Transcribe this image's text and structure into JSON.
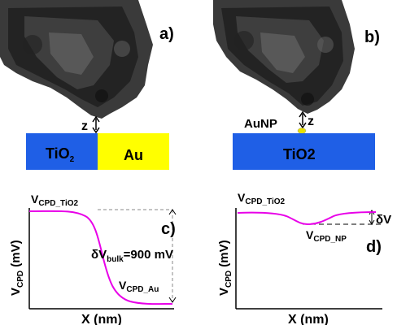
{
  "panel_a": {
    "letter": "a)",
    "z_label": "z",
    "tio2": {
      "text": "TiO",
      "sub": "2"
    },
    "au": "Au",
    "colors": {
      "tio2": "#1f5fe6",
      "au": "#ffff00",
      "tip": "#2a2a2a"
    }
  },
  "panel_b": {
    "letter": "b)",
    "z_label": "z",
    "aunp": "AuNP",
    "tio2": "TiO2",
    "colors": {
      "tio2": "#1f5fe6",
      "np": "#e8e000"
    }
  },
  "panel_c": {
    "letter": "c)",
    "ylabel": {
      "main": "V",
      "sub": "CPD",
      "unit": " (mV)"
    },
    "xlabel": "X (nm)",
    "top_label": {
      "main": "V",
      "sub": "CPD_TiO2"
    },
    "bottom_label": {
      "main": "V",
      "sub": "CPD_Au"
    },
    "delta_label": {
      "delta": "δV",
      "sub": "bulk",
      "rest": "=900 mV"
    },
    "curve_color": "#e800e8"
  },
  "panel_d": {
    "letter": "d)",
    "ylabel": {
      "main": "V",
      "sub": "CPD",
      "unit": " (mV)"
    },
    "xlabel": "X (nm)",
    "top_label": {
      "main": "V",
      "sub": "CPD_TiO2"
    },
    "np_label": {
      "main": "V",
      "sub": "CPD_NP"
    },
    "delta_label": "δV",
    "curve_color": "#e800e8"
  },
  "chart_data": [
    {
      "type": "line",
      "panel": "c)",
      "xlabel": "X (nm)",
      "ylabel": "VCPD (mV)",
      "description_values": {
        "annotation": "δVbulk=900 mV"
      },
      "series": [
        {
          "x": [
            0,
            0.3,
            0.45,
            0.55,
            0.7,
            1.0
          ],
          "y": [
            900,
            880,
            600,
            250,
            20,
            0
          ]
        }
      ]
    },
    {
      "type": "line",
      "panel": "d)",
      "xlabel": "X (nm)",
      "ylabel": "VCPD (mV)",
      "series": [
        {
          "x": [
            0,
            0.25,
            0.4,
            0.55,
            0.7,
            1.0
          ],
          "y": [
            100,
            95,
            70,
            70,
            95,
            100
          ]
        }
      ]
    }
  ]
}
